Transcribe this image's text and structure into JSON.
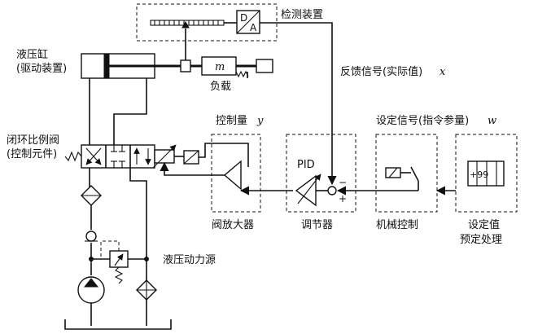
{
  "labels": {
    "detector": "检测装置",
    "da_d": "D",
    "da_a": "A",
    "cylinder_1": "液压缸",
    "cylinder_2": "(驱动装置)",
    "mass": "m",
    "load": "负载",
    "feedback": "反馈信号(实际值)",
    "feedback_sym": "x",
    "valve_1": "闭环比例阀",
    "valve_2": "(控制元件)",
    "control_qty": "控制量",
    "control_sym": "y",
    "setpoint": "设定信号(指令参量)",
    "setpoint_sym": "w",
    "pid": "PID",
    "minus": "−",
    "plus": "+",
    "amplifier": "阀放大器",
    "regulator": "调节器",
    "mech_control": "机械控制",
    "preset_1": "设定值",
    "preset_2": "预定处理",
    "preset_value": "+99",
    "power_source": "液压动力源"
  }
}
